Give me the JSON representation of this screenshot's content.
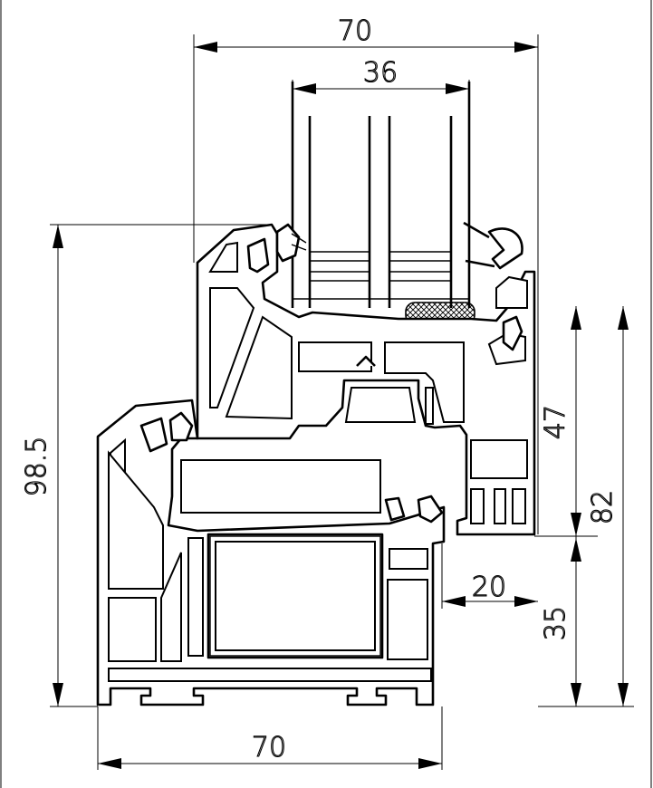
{
  "drawing": {
    "type": "window-profile-cross-section",
    "dimensions": {
      "sash_width": "70",
      "glass_thickness": "36",
      "frame_height": "98.5",
      "sash_height": "47",
      "total_height": "82",
      "frame_lower_height": "35",
      "overlap": "20",
      "frame_width": "70"
    }
  },
  "colors": {
    "line": "#000000",
    "background": "#ffffff",
    "gasket_hatch": "#000000"
  }
}
